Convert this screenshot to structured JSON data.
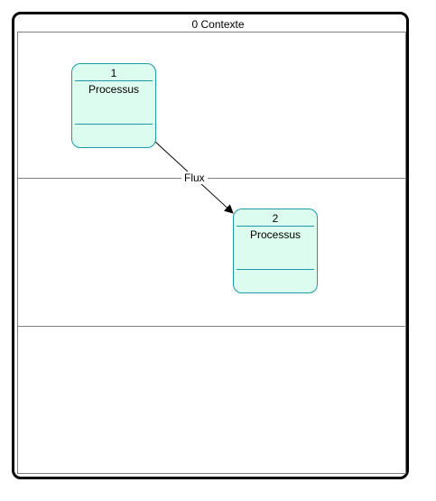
{
  "context": {
    "title": "0 Contexte"
  },
  "processes": [
    {
      "id": "1",
      "name": "Processus"
    },
    {
      "id": "2",
      "name": "Processus"
    }
  ],
  "flows": [
    {
      "label": "Flux",
      "from": "1",
      "to": "2"
    }
  ],
  "colors": {
    "process_fill": "#ddfcf0",
    "process_border": "#1b9aa8",
    "frame_border": "#000000",
    "lane_border": "#808080"
  }
}
